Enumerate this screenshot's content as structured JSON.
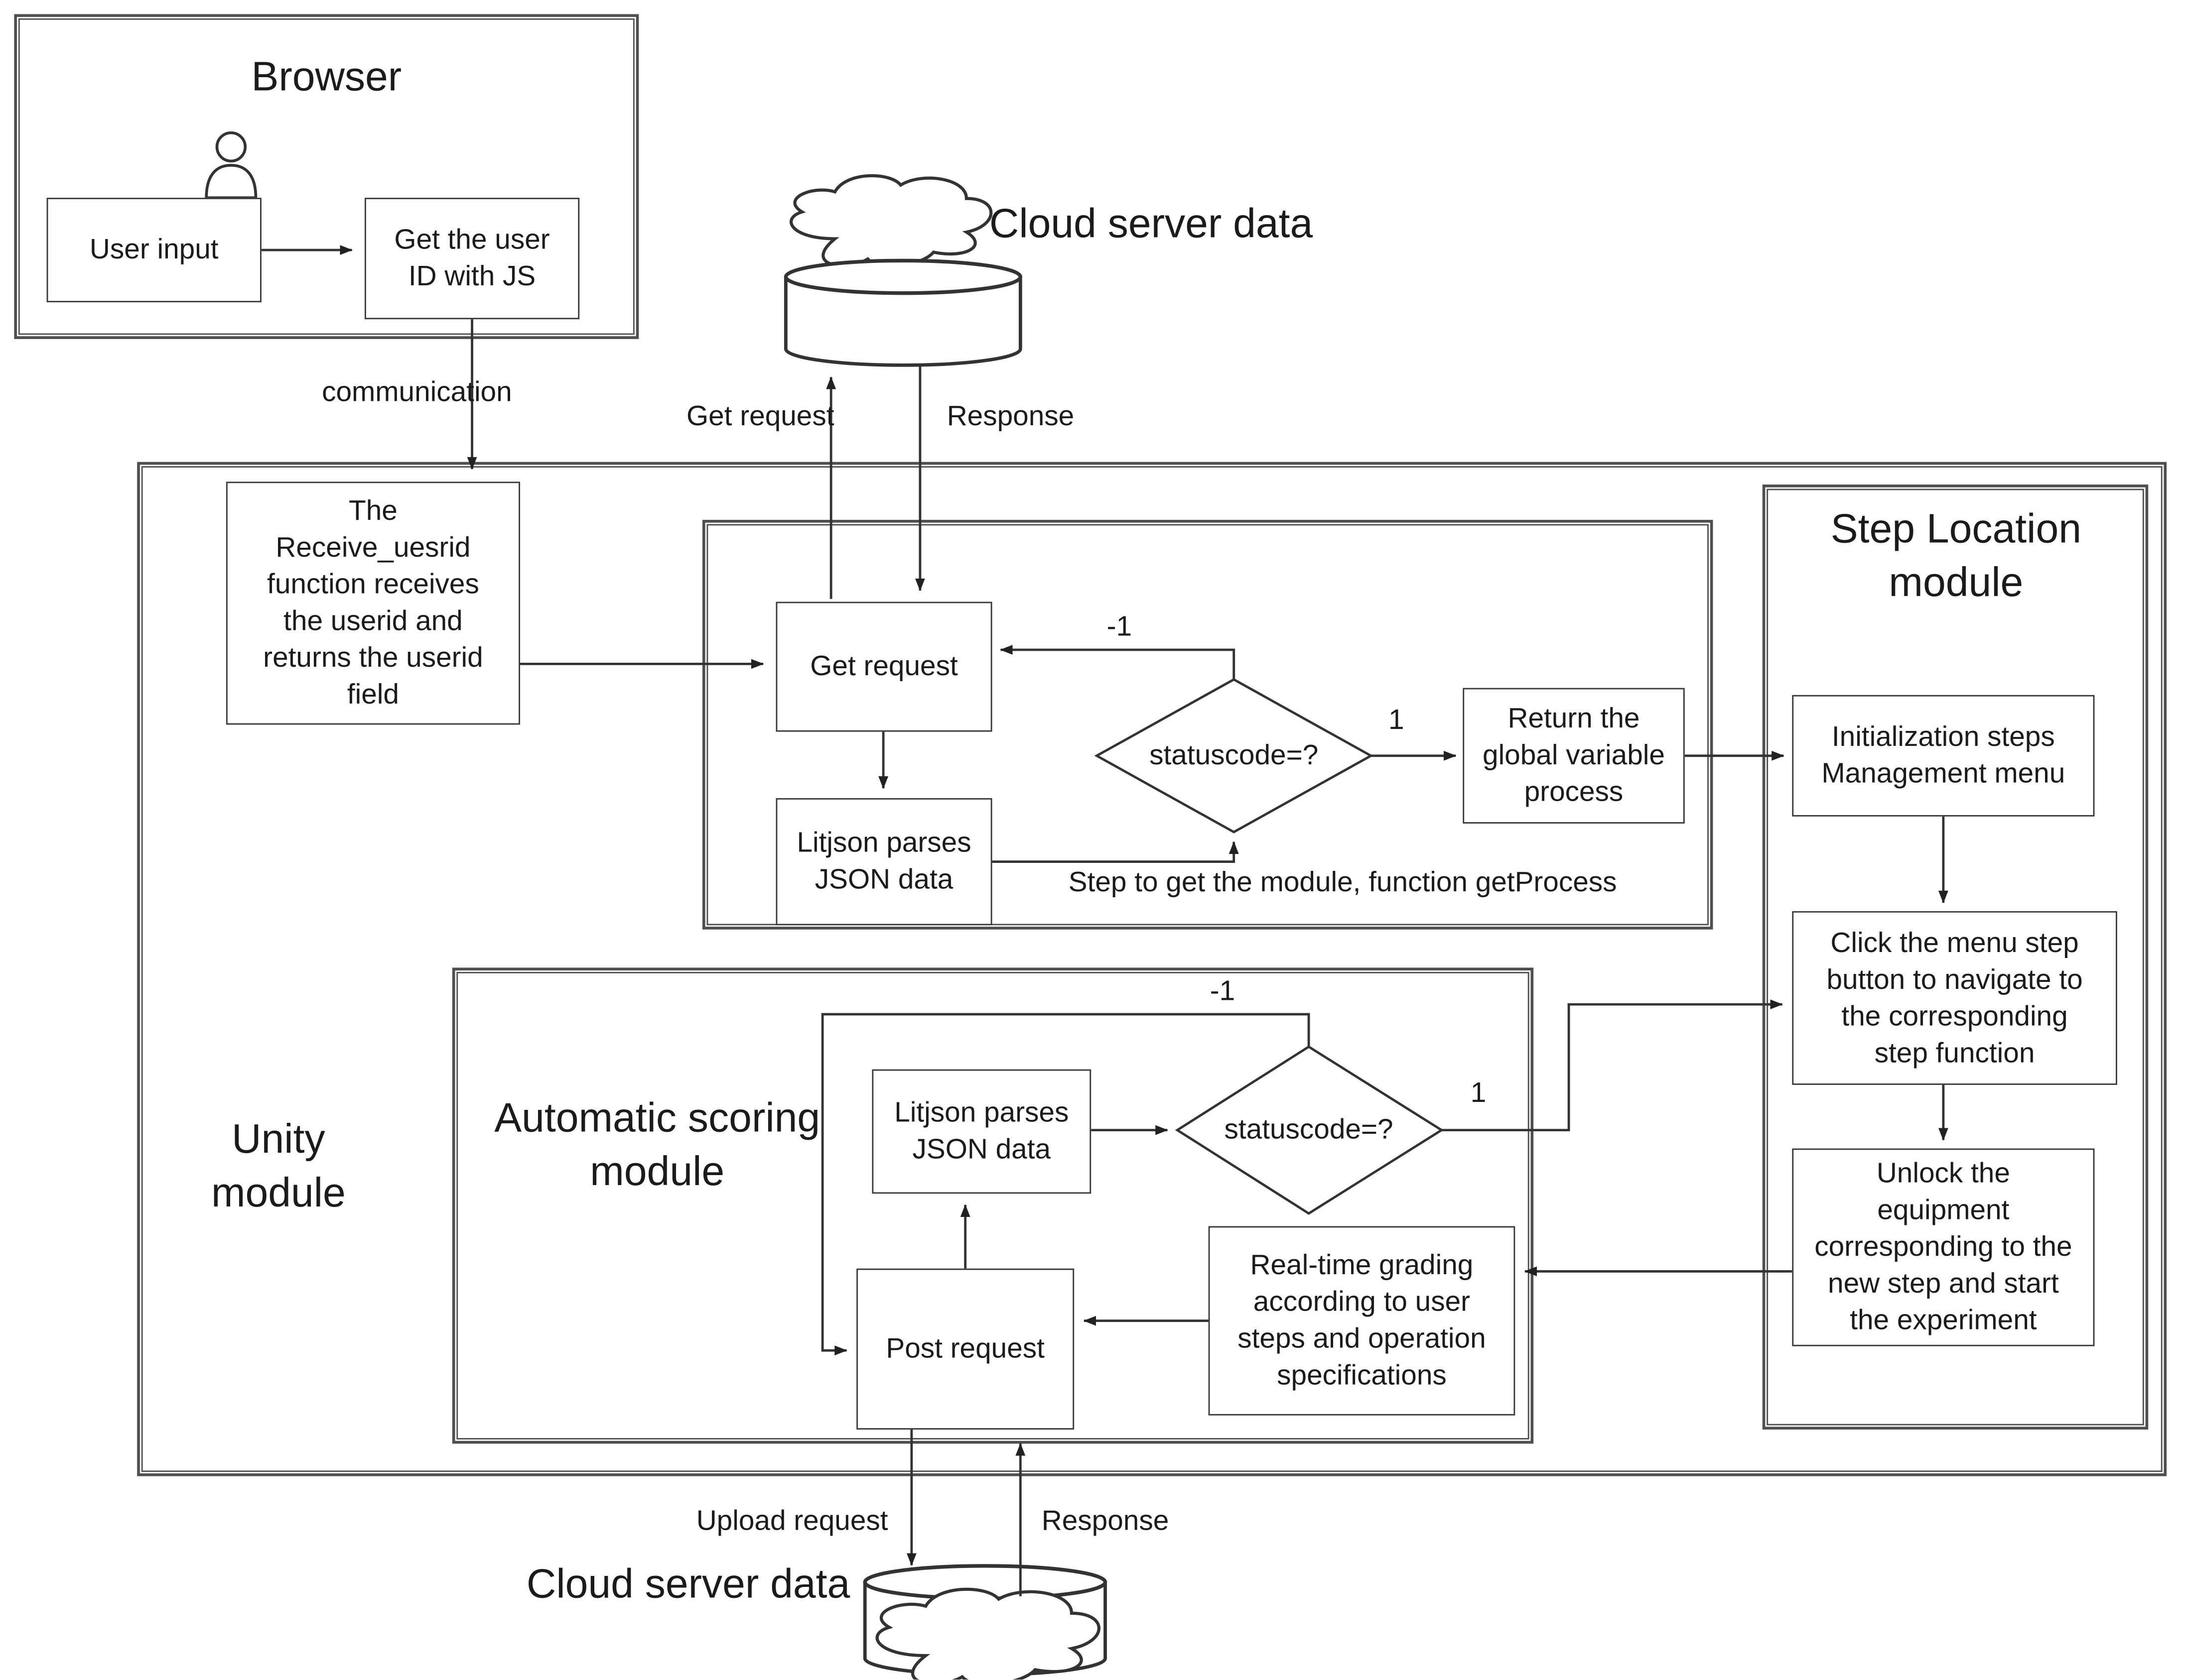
{
  "browser": {
    "title": "Browser",
    "user_input_label": "User input",
    "get_user_id_label": "Get the user\nID with JS"
  },
  "communication_label": "communication",
  "cloud_top": {
    "label": "Cloud server data",
    "get_request_label": "Get request",
    "response_label": "Response"
  },
  "unity": {
    "label": "Unity\nmodule",
    "receive_box": "The\nReceive_uesrid\nfunction receives\nthe userid and\nreturns the userid\nfield",
    "get_process": {
      "caption": "Step to get the module, function getProcess",
      "get_request": "Get request",
      "litjson": "Litjson parses\nJSON data",
      "statuscode": "statuscode=?",
      "return_box": "Return the\nglobal variable\nprocess",
      "branch_fail": "-1",
      "branch_ok": "1"
    },
    "auto_scoring": {
      "label": "Automatic scoring\nmodule",
      "litjson": "Litjson parses\nJSON data",
      "statuscode": "statuscode=?",
      "post_request": "Post request",
      "realtime_box": "Real-time grading\naccording to user\nsteps and operation\nspecifications",
      "branch_fail": "-1",
      "branch_ok": "1"
    }
  },
  "step_location": {
    "title": "Step Location\nmodule",
    "init_box": "Initialization steps\nManagement menu",
    "click_box": "Click the menu step\nbutton to navigate to\nthe corresponding\nstep function",
    "unlock_box": "Unlock the\nequipment\ncorresponding to the\nnew step and start\nthe experiment"
  },
  "cloud_bottom": {
    "label": "Cloud server data",
    "upload_label": "Upload request",
    "response_label": "Response"
  },
  "colors": {
    "stroke": "#333333",
    "module_border": "#4f4f4f",
    "background": "#ffffff"
  }
}
